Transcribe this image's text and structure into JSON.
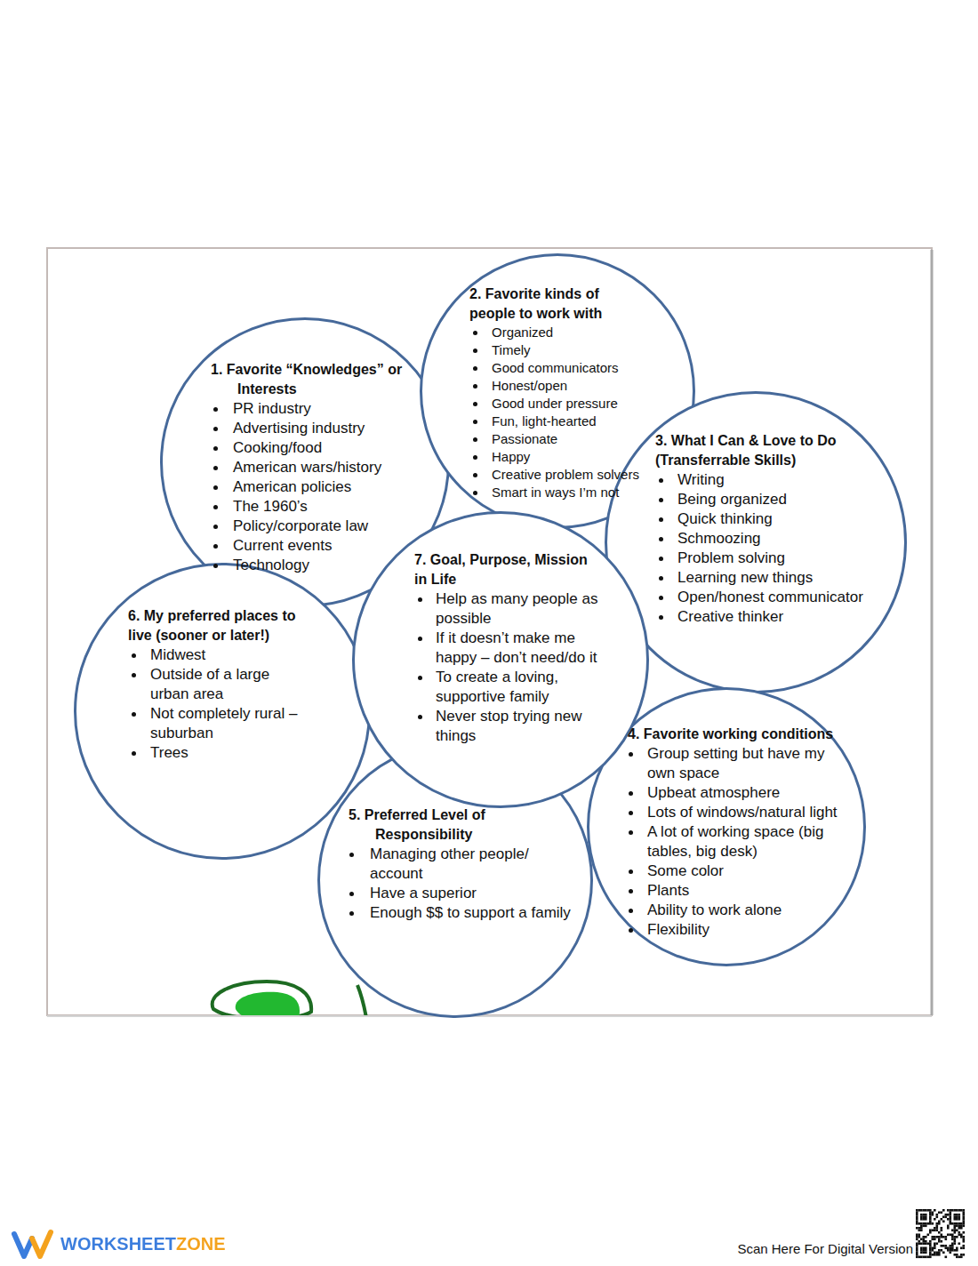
{
  "diagram": {
    "nodes": [
      {
        "text": [
          "1. Favorite “Knowledges” or Interests",
          "PR industry",
          "Advertising industry",
          "Cooking/food",
          "American wars/history",
          "American policies",
          "The 1960’s",
          "Policy/corporate law",
          "Current events",
          "Technology"
        ]
      },
      {
        "text": [
          "2. Favorite kinds of people to work with",
          "Organized",
          "Timely",
          "Good communicators",
          "Honest/open",
          "Good under pressure",
          "Fun, light-hearted",
          "Passionate",
          "Happy",
          "Creative problem solvers",
          "Smart in ways I’m not"
        ]
      },
      {
        "text": [
          "3. What I Can & Love to Do (Transferrable Skills)",
          "Writing",
          "Being organized",
          "Quick thinking",
          "Schmoozing",
          "Problem solving",
          "Learning new things",
          "Open/honest communicator",
          "Creative thinker"
        ]
      },
      {
        "text": [
          "4. Favorite working conditions",
          "Group setting but have my own space",
          "Upbeat atmosphere",
          "Lots of windows/natural light",
          "A lot of working space (big tables, big desk)",
          "Some color",
          "Plants",
          "Ability to work alone",
          "Flexibility"
        ]
      },
      {
        "text": [
          "5. Preferred Level of Responsibility",
          "Managing other people/ account",
          "Have a superior",
          "Enough $$ to support a family"
        ]
      },
      {
        "text": [
          "6. My preferred places to live (sooner or later!)",
          "Midwest",
          "Outside of a large urban area",
          "Not completely rural – suburban",
          "Trees"
        ]
      },
      {
        "text": [
          "7. Goal, Purpose, Mission in Life",
          "Help as many people as possible",
          "If it doesn’t make me happy – don’t need/do it",
          "To create a loving, supportive family",
          "Never stop trying new things"
        ]
      }
    ],
    "labels": [
      "WORKSHEETZONE",
      "Scan Here For Digital Version"
    ]
  }
}
